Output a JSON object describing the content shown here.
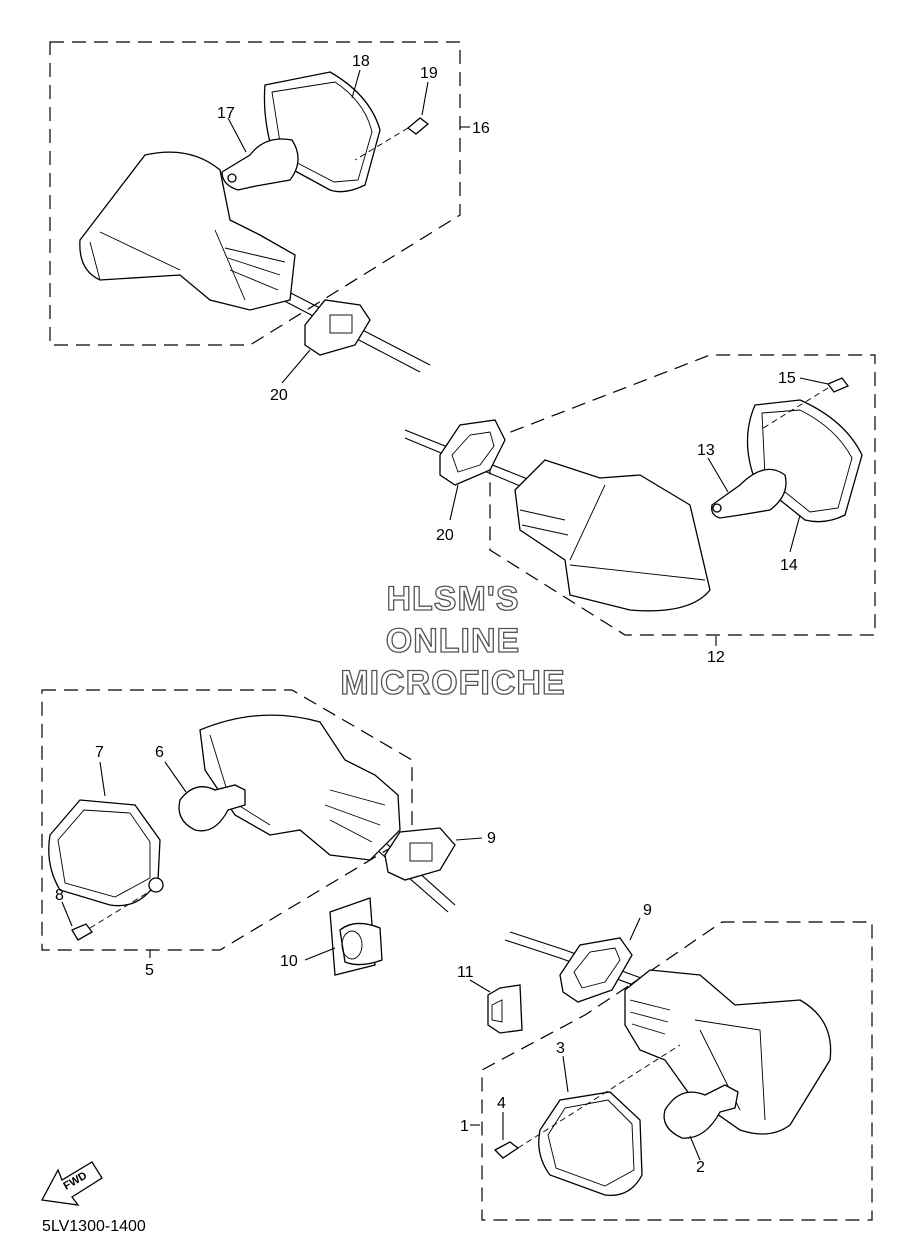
{
  "diagram": {
    "callouts": {
      "c1": "1",
      "c2": "2",
      "c3": "3",
      "c4": "4",
      "c5": "5",
      "c6": "6",
      "c7": "7",
      "c8": "8",
      "c9a": "9",
      "c9b": "9",
      "c10": "10",
      "c11": "11",
      "c12": "12",
      "c13": "13",
      "c14": "14",
      "c15": "15",
      "c16": "16",
      "c17": "17",
      "c18": "18",
      "c19": "19",
      "c20a": "20",
      "c20b": "20"
    },
    "watermark": {
      "line1": "HLSM'S",
      "line2": "ONLINE",
      "line3": "MICROFICHE"
    },
    "fwd_label": "FWD",
    "drawing_code": "5LV1300-1400"
  }
}
